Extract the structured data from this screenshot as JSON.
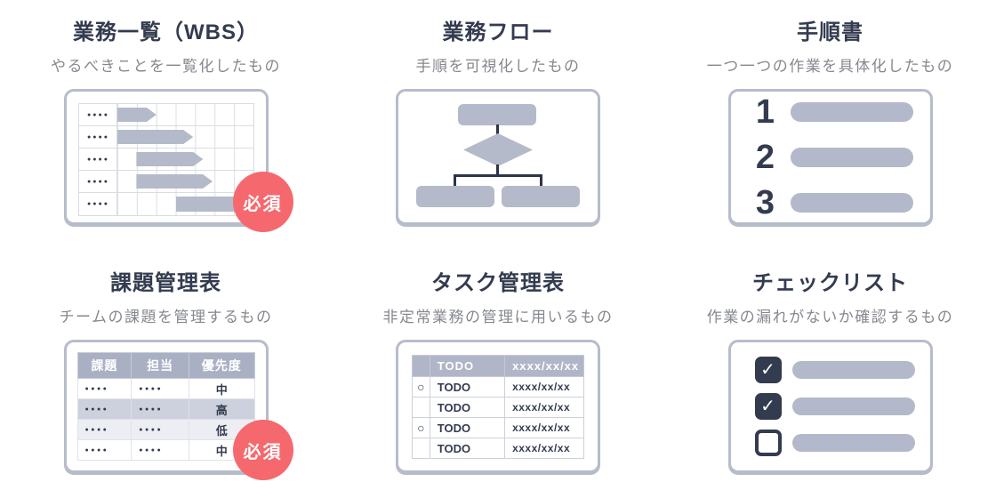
{
  "glyphs": {
    "dots": "●●●●",
    "circle": "○",
    "check": "✓"
  },
  "palette": {
    "accent_red": "#f5696e",
    "navy_text": "#333b4f",
    "slate_shape": "#b3b9ca",
    "table_header_bg": "#a9b0c3",
    "row_shade_dark": "#cdd1dd",
    "row_shade_light": "#eceef3",
    "card_border": "#b6bcca",
    "subtitle_gray": "#85888f",
    "flow_line": "#2c3447"
  },
  "cards": [
    {
      "title": "業務一覧（WBS）",
      "subtitle": "やるべきことを一覧化したもの",
      "badge": "必須",
      "gantt_rows": 5
    },
    {
      "title": "業務フロー",
      "subtitle": "手順を可視化したもの"
    },
    {
      "title": "手順書",
      "subtitle": "一つ一つの作業を具体化したもの",
      "steps": [
        "1",
        "2",
        "3"
      ]
    },
    {
      "title": "課題管理表",
      "subtitle": "チームの課題を管理するもの",
      "badge": "必須",
      "table": {
        "headers": [
          "課題",
          "担当",
          "優先度"
        ],
        "rows": [
          [
            "●●●●",
            "●●●●",
            "中"
          ],
          [
            "●●●●",
            "●●●●",
            "高"
          ],
          [
            "●●●●",
            "●●●●",
            "低"
          ],
          [
            "●●●●",
            "●●●●",
            "中"
          ]
        ]
      }
    },
    {
      "title": "タスク管理表",
      "subtitle": "非定常業務の管理に用いるもの",
      "table": {
        "headers": [
          "",
          "TODO",
          "xxxx/xx/xx"
        ],
        "rows": [
          [
            "○",
            "TODO",
            "xxxx/xx/xx"
          ],
          [
            "",
            "TODO",
            "xxxx/xx/xx"
          ],
          [
            "○",
            "TODO",
            "xxxx/xx/xx"
          ],
          [
            "",
            "TODO",
            "xxxx/xx/xx"
          ]
        ]
      }
    },
    {
      "title": "チェックリスト",
      "subtitle": "作業の漏れがないか確認するもの",
      "items": [
        {
          "checked": true
        },
        {
          "checked": true
        },
        {
          "checked": false
        }
      ]
    }
  ]
}
